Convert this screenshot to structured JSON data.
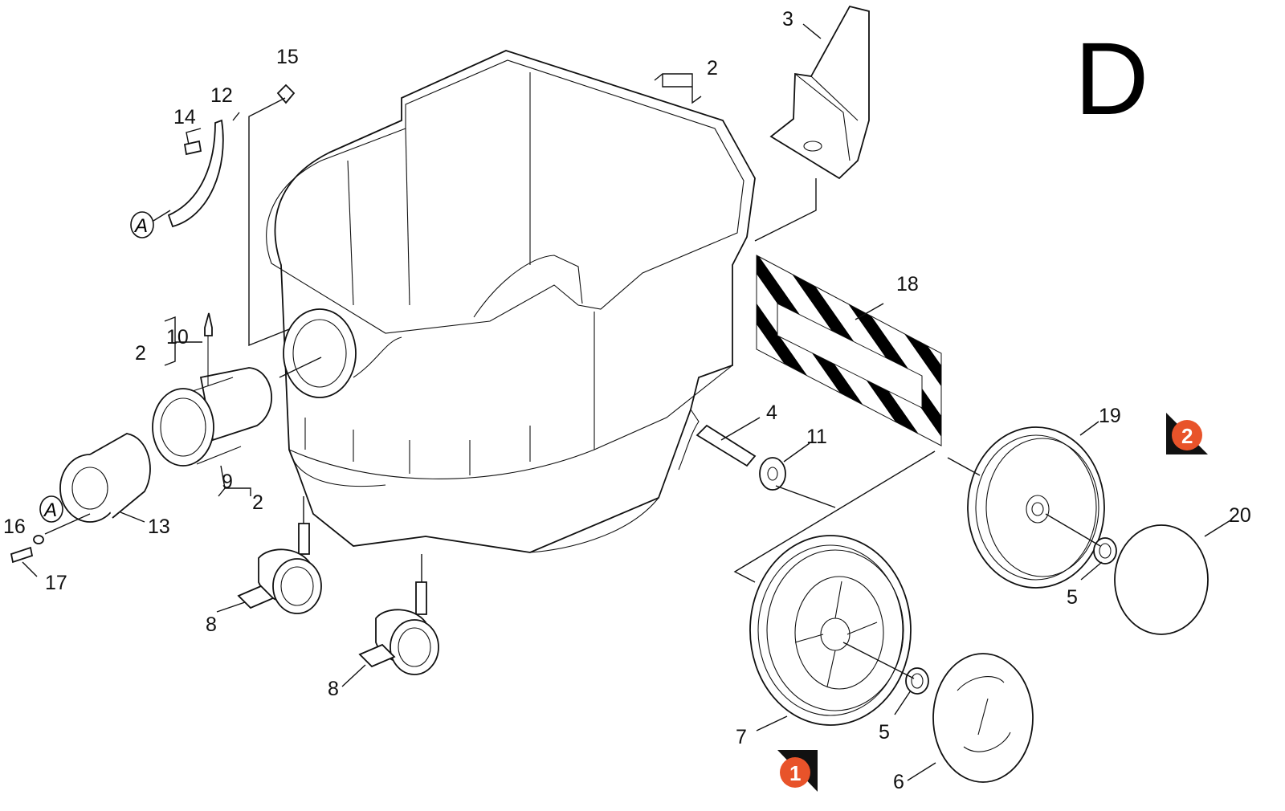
{
  "section_letter": "D",
  "accent_color": "#e8532a",
  "callouts": {
    "c1": "2",
    "c2": "3",
    "c3": "15",
    "c4": "12",
    "c5": "14",
    "c6": "10",
    "c7": "2",
    "c8": "9",
    "c9": "2",
    "c10": "13",
    "c11": "16",
    "c12": "17",
    "c13": "8",
    "c14": "8",
    "c15": "4",
    "c16": "11",
    "c17": "18",
    "c18": "19",
    "c19": "20",
    "c20": "5",
    "c21": "5",
    "c22": "6",
    "c23": "7"
  },
  "ref_markers": {
    "a1": "A",
    "a2": "A"
  },
  "badges": {
    "b1": "1",
    "b2": "2"
  }
}
